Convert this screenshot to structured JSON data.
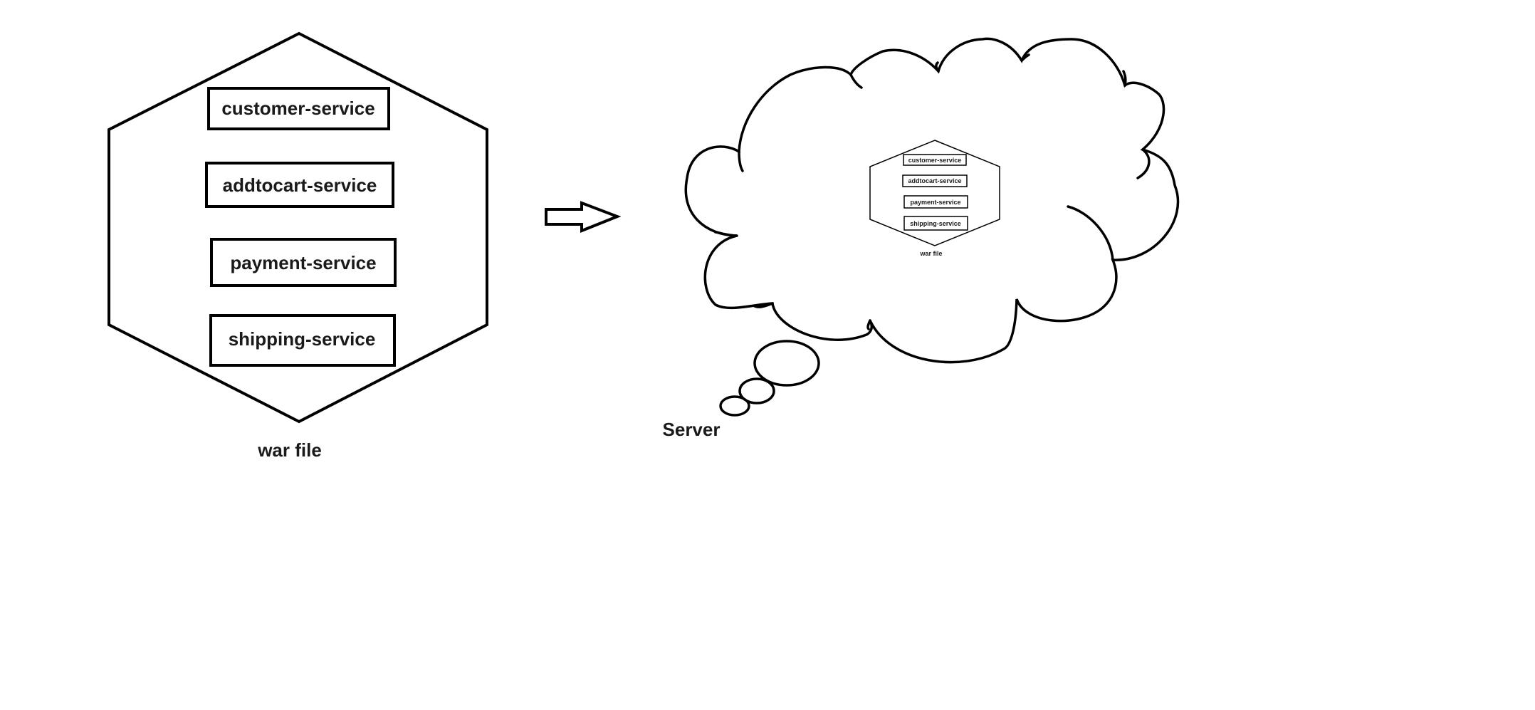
{
  "diagram": {
    "war_file": {
      "services": [
        "customer-service",
        "addtocart-service",
        "payment-service",
        "shipping-service"
      ],
      "caption": "war file"
    },
    "server": {
      "caption": "Server",
      "deployed_war": {
        "services": [
          "customer-service",
          "addtocart-service",
          "payment-service",
          "shipping-service"
        ],
        "caption": "war file"
      }
    },
    "arrow": "right-arrow-icon",
    "colors": {
      "stroke": "#000000",
      "text": "#1a1a1a",
      "background": "#ffffff"
    }
  }
}
